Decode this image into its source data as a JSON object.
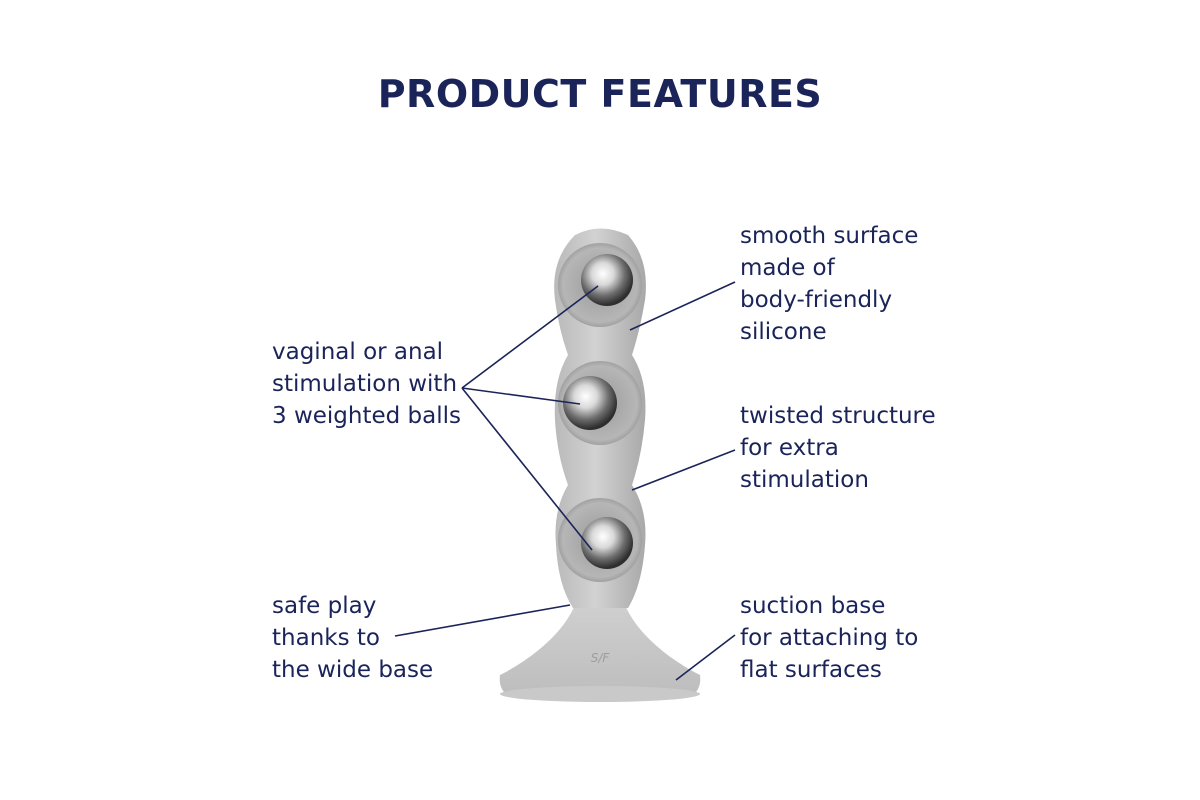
{
  "title": "PRODUCT FEATURES",
  "colors": {
    "text": "#1b2459",
    "product": "#c5c5c5",
    "product_shadow": "#a9a9a9",
    "background": "#ffffff"
  },
  "logo_text": "S/F",
  "callouts": {
    "balls": [
      "vaginal or anal",
      "stimulation with",
      "3 weighted balls"
    ],
    "base": [
      "safe play",
      "thanks to",
      "the wide base"
    ],
    "surface": [
      "smooth surface",
      "made of",
      "body-friendly",
      "silicone"
    ],
    "twist": [
      "twisted structure",
      "for extra",
      "stimulation"
    ],
    "suction": [
      "suction base",
      "for attaching to",
      "flat surfaces"
    ]
  }
}
